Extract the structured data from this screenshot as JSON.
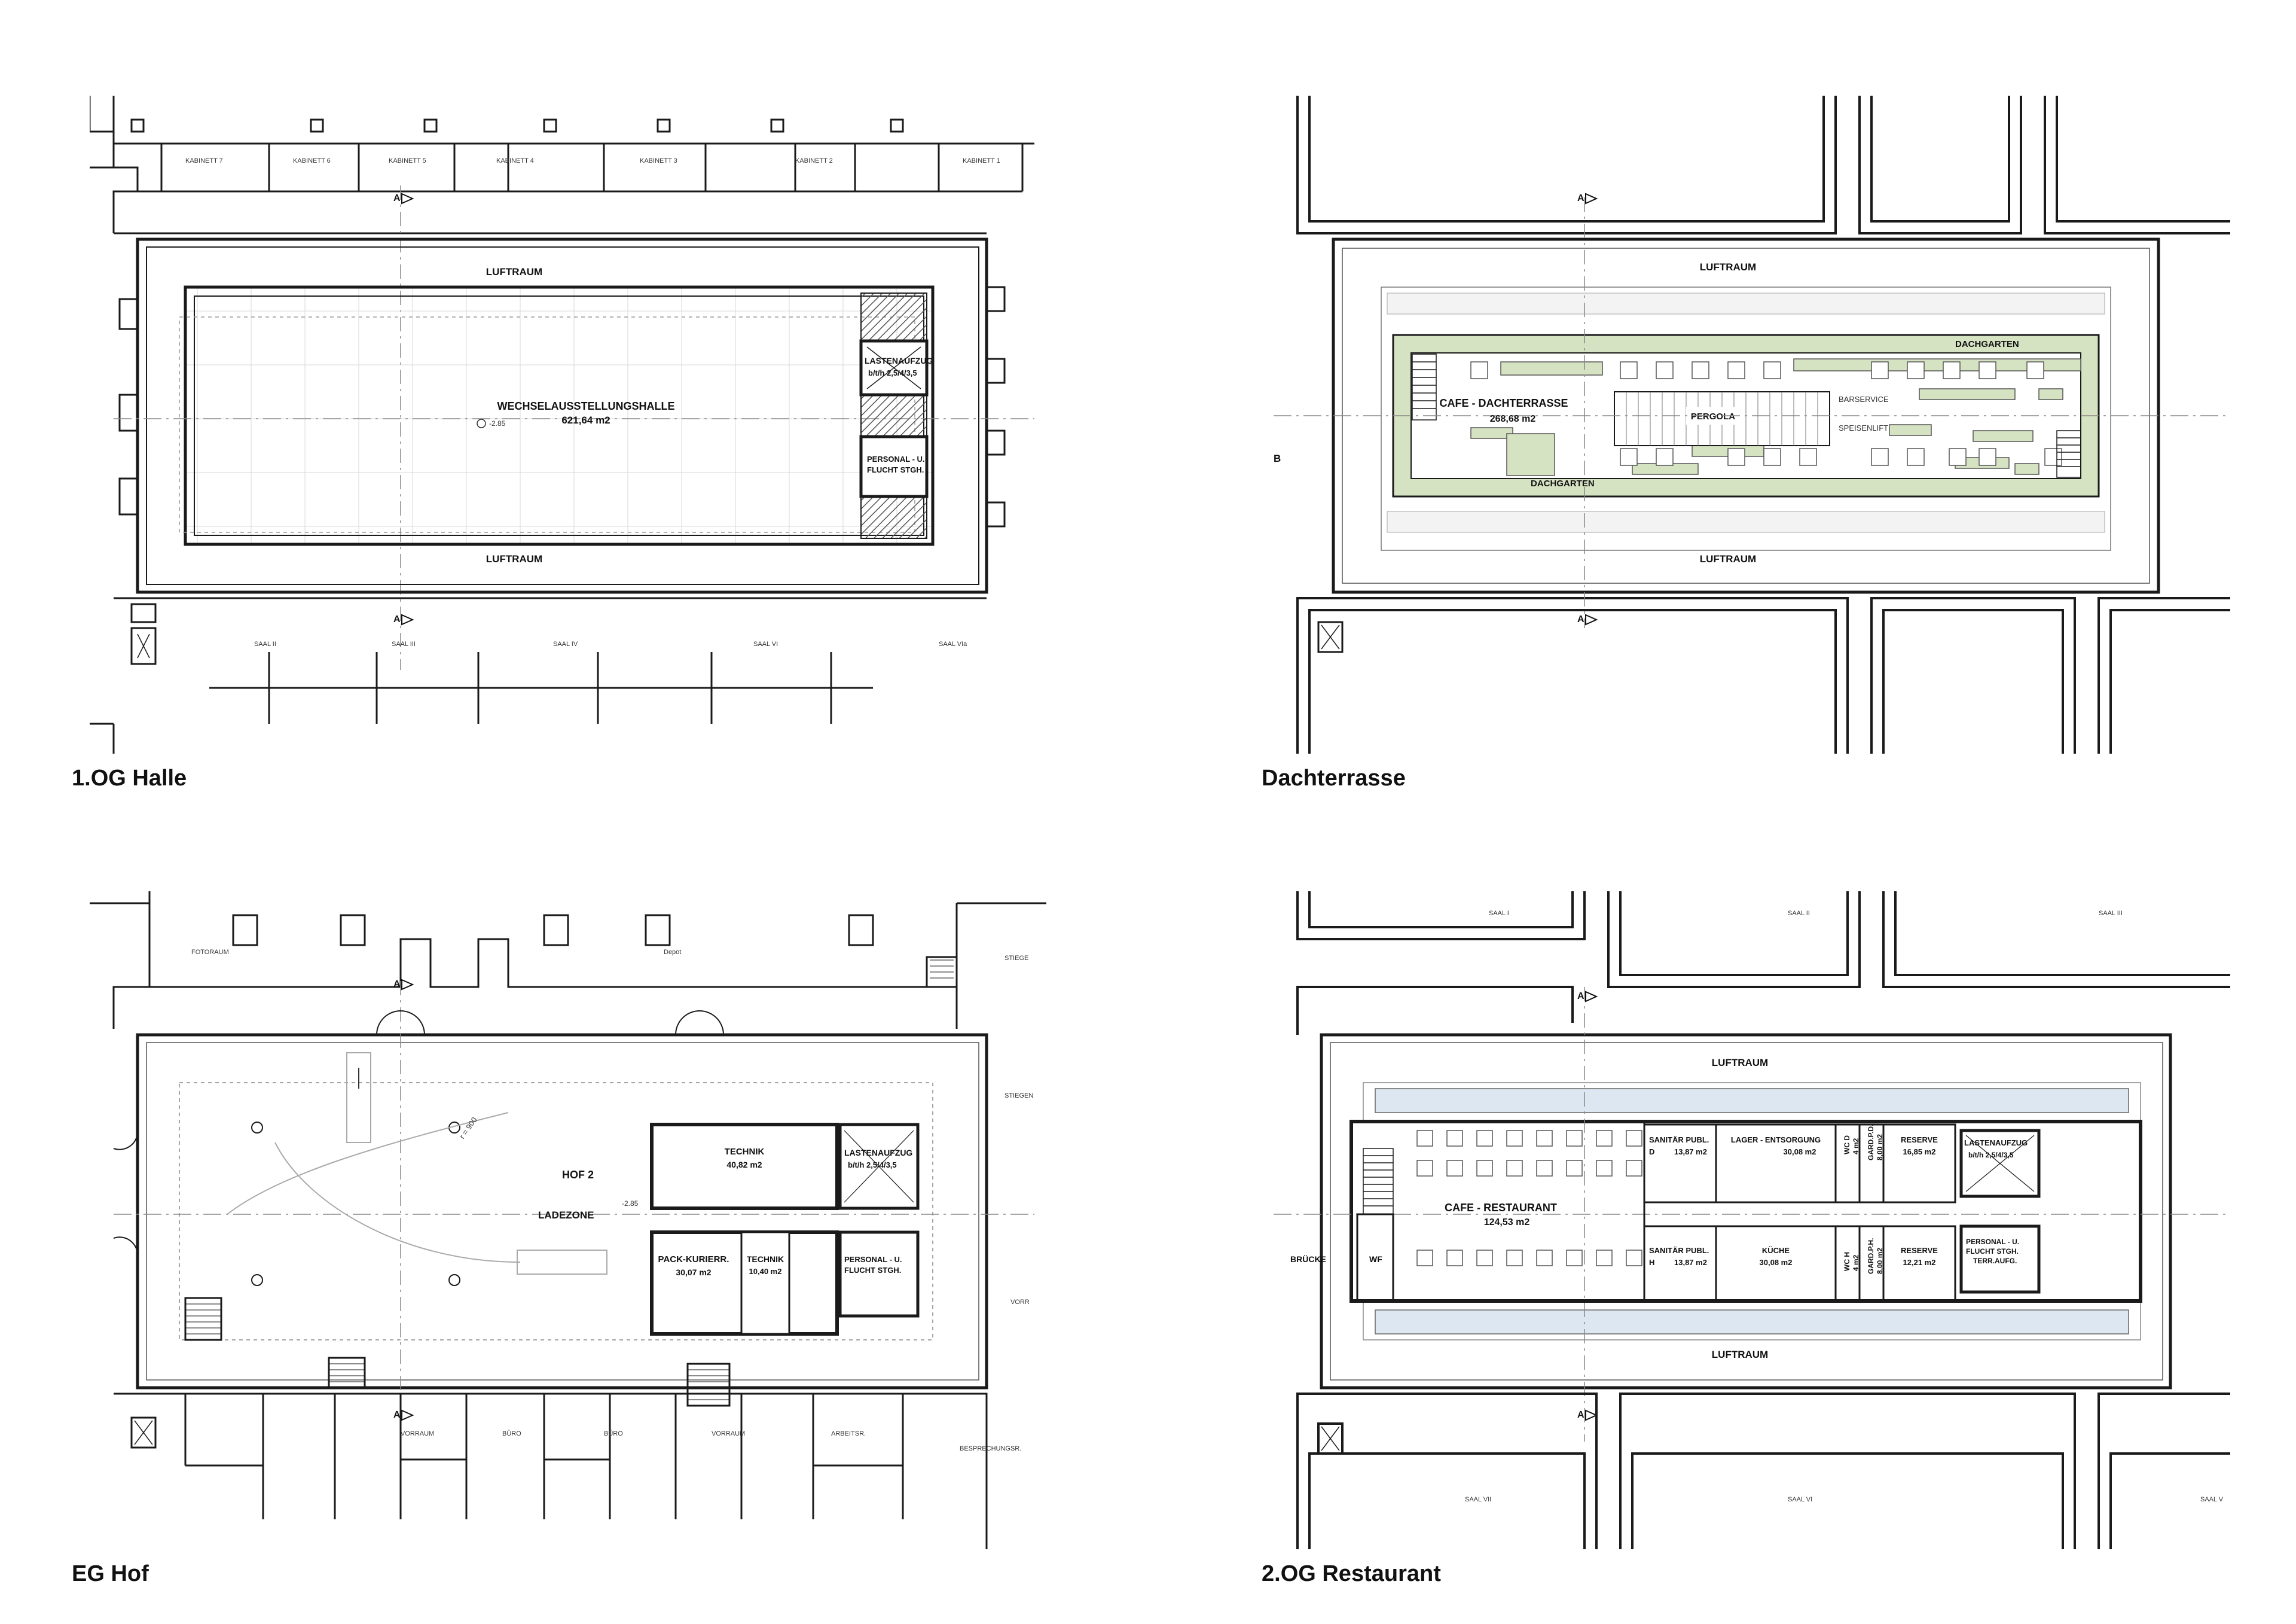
{
  "panels": {
    "halle": {
      "caption": "1.OG Halle",
      "marker": "A",
      "rooms": {
        "kabinett7": "KABINETT 7",
        "kabinett6": "KABINETT 6",
        "kabinett5": "KABINETT 5",
        "kabinett4": "KABINETT 4",
        "kabinett3": "KABINETT 3",
        "kabinett2": "KABINETT 2",
        "kabinett1": "KABINETT 1",
        "saal2": "SAAL II",
        "saal3": "SAAL III",
        "saal4": "SAAL IV",
        "saal6": "SAAL VI",
        "saal7": "SAAL VIa"
      },
      "luftraum_top": "LUFTRAUM",
      "luftraum_bottom": "LUFTRAUM",
      "hall_name": "WECHSELAUSSTELLUNGSHALLE",
      "hall_area": "621,64 m2",
      "level": "-2.85",
      "lift_label": "LASTENAUFZUG",
      "lift_size": "b/t/h 2,5/4/3,5",
      "stair_line1": "PERSONAL - U.",
      "stair_line2": "FLUCHT STGH."
    },
    "dach": {
      "caption": "Dachterrasse",
      "marker": "A",
      "marker_b": "B",
      "luftraum_top": "LUFTRAUM",
      "luftraum_bottom": "LUFTRAUM",
      "garden_top": "DACHGARTEN",
      "garden_bottom": "DACHGARTEN",
      "cafe_name": "CAFE - DACHTERRASSE",
      "cafe_area": "268,68 m2",
      "pergola": "PERGOLA",
      "barservice": "BARSERVICE",
      "speisenlift": "SPEISENLIFT"
    },
    "hof": {
      "caption": "EG Hof",
      "marker": "A",
      "hof_name": "HOF 2",
      "ladezone": "LADEZONE",
      "level": "-2.85",
      "radius": "r = 900",
      "technik1_name": "TECHNIK",
      "technik1_area": "40,82 m2",
      "lift_label": "LASTENAUFZUG",
      "lift_size": "b/t/h 2,5/4/3,5",
      "pack_name": "PACK-KURIERR.",
      "pack_area": "30,07 m2",
      "technik2_name": "TECHNIK",
      "technik2_area": "10,40 m2",
      "stair_line1": "PERSONAL - U.",
      "stair_line2": "FLUCHT STGH.",
      "rooms": {
        "fotoraum": "FOTORAUM",
        "depot": "Depot",
        "stiege1": "STIEGE",
        "stiege2": "STIEGEN",
        "vorraum1": "VORRAUM",
        "buero1": "BÜRO",
        "buero2": "BÜRO",
        "vorraum2": "VORRAUM",
        "arbeitsr": "ARBEITSR.",
        "besprech": "BESPRECHUNGSR.",
        "vorr": "VORR"
      }
    },
    "restaurant": {
      "caption": "2.OG Restaurant",
      "marker": "A",
      "luftraum_top": "LUFTRAUM",
      "luftraum_bottom": "LUFTRAUM",
      "cafe_name": "CAFE - RESTAURANT",
      "cafe_area": "124,53 m2",
      "bruecke": "BRÜCKE",
      "wf": "WF",
      "sanitaer_d_name": "SANITÄR PUBL.",
      "sanitaer_d_letter": "D",
      "sanitaer_d_area": "13,87 m2",
      "sanitaer_h_name": "SANITÄR PUBL.",
      "sanitaer_h_letter": "H",
      "sanitaer_h_area": "13,87 m2",
      "lager_name": "LAGER - ENTSORGUNG",
      "lager_area": "30,08 m2",
      "kueche_name": "KÜCHE",
      "kueche_area": "30,08 m2",
      "wcd_name": "WC D",
      "wcd_area": "4 m2",
      "wch_name": "WC H",
      "wch_area": "4 m2",
      "gard_d_name": "GARD.P.D.",
      "gard_d_area": "8,00 m2",
      "gard_h_name": "GARD.P.H.",
      "gard_h_area": "8,00 m2",
      "reserve1_name": "RESERVE",
      "reserve1_area": "16,85 m2",
      "reserve2_name": "RESERVE",
      "reserve2_area": "12,21 m2",
      "lift_label": "LASTENAUFZUG",
      "lift_size": "b/t/h 2,5/4/3,5",
      "stair_line1": "PERSONAL - U.",
      "stair_line2": "FLUCHT STGH.",
      "stair_line3": "TERR.AUFG.",
      "rooms": {
        "saal1": "SAAL I",
        "saal2": "SAAL II",
        "saal3": "SAAL III",
        "saal5": "SAAL V",
        "saal6": "SAAL VI",
        "saal7": "SAAL VII"
      }
    }
  },
  "colors": {
    "line": "#1a1a1a",
    "wall_fill": "#ffffff",
    "green": "#d6e3c3",
    "blue": "#dde7f2",
    "hatch": "#555555"
  }
}
